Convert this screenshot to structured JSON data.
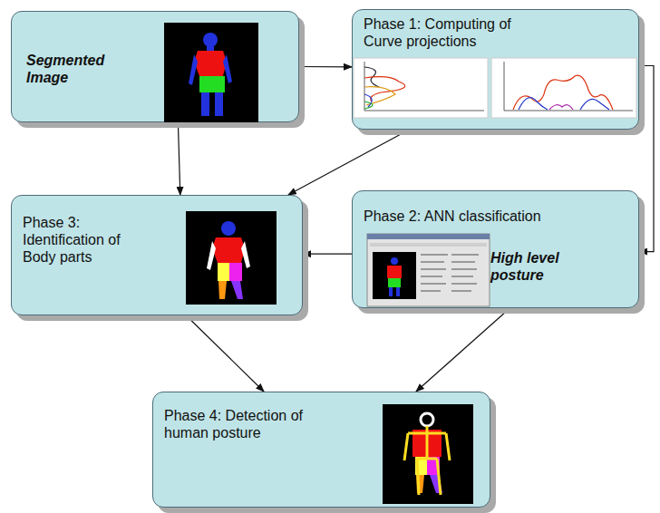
{
  "diagram": {
    "nodes": [
      {
        "text": [
          "Segmented Image"
        ]
      },
      {
        "text": [
          "Phase 1: Computing of Curve projections"
        ]
      },
      {
        "text": [
          "Phase 3: Identification of Body parts"
        ]
      },
      {
        "text": [
          "Phase 2: ANN classification",
          "High level posture"
        ]
      },
      {
        "text": [
          "Phase 4: Detection of human posture"
        ]
      }
    ],
    "edges": [
      {
        "from": 0,
        "to": 1,
        "arrow": "to"
      },
      {
        "from": 1,
        "to": 3,
        "arrow": "to"
      },
      {
        "from": 0,
        "to": 2,
        "arrow": "to"
      },
      {
        "from": 1,
        "to": 2,
        "arrow": "to"
      },
      {
        "from": 3,
        "to": 2,
        "arrow": "to"
      },
      {
        "from": 2,
        "to": 4,
        "arrow": "to"
      },
      {
        "from": 3,
        "to": 4,
        "arrow": "to"
      }
    ]
  }
}
